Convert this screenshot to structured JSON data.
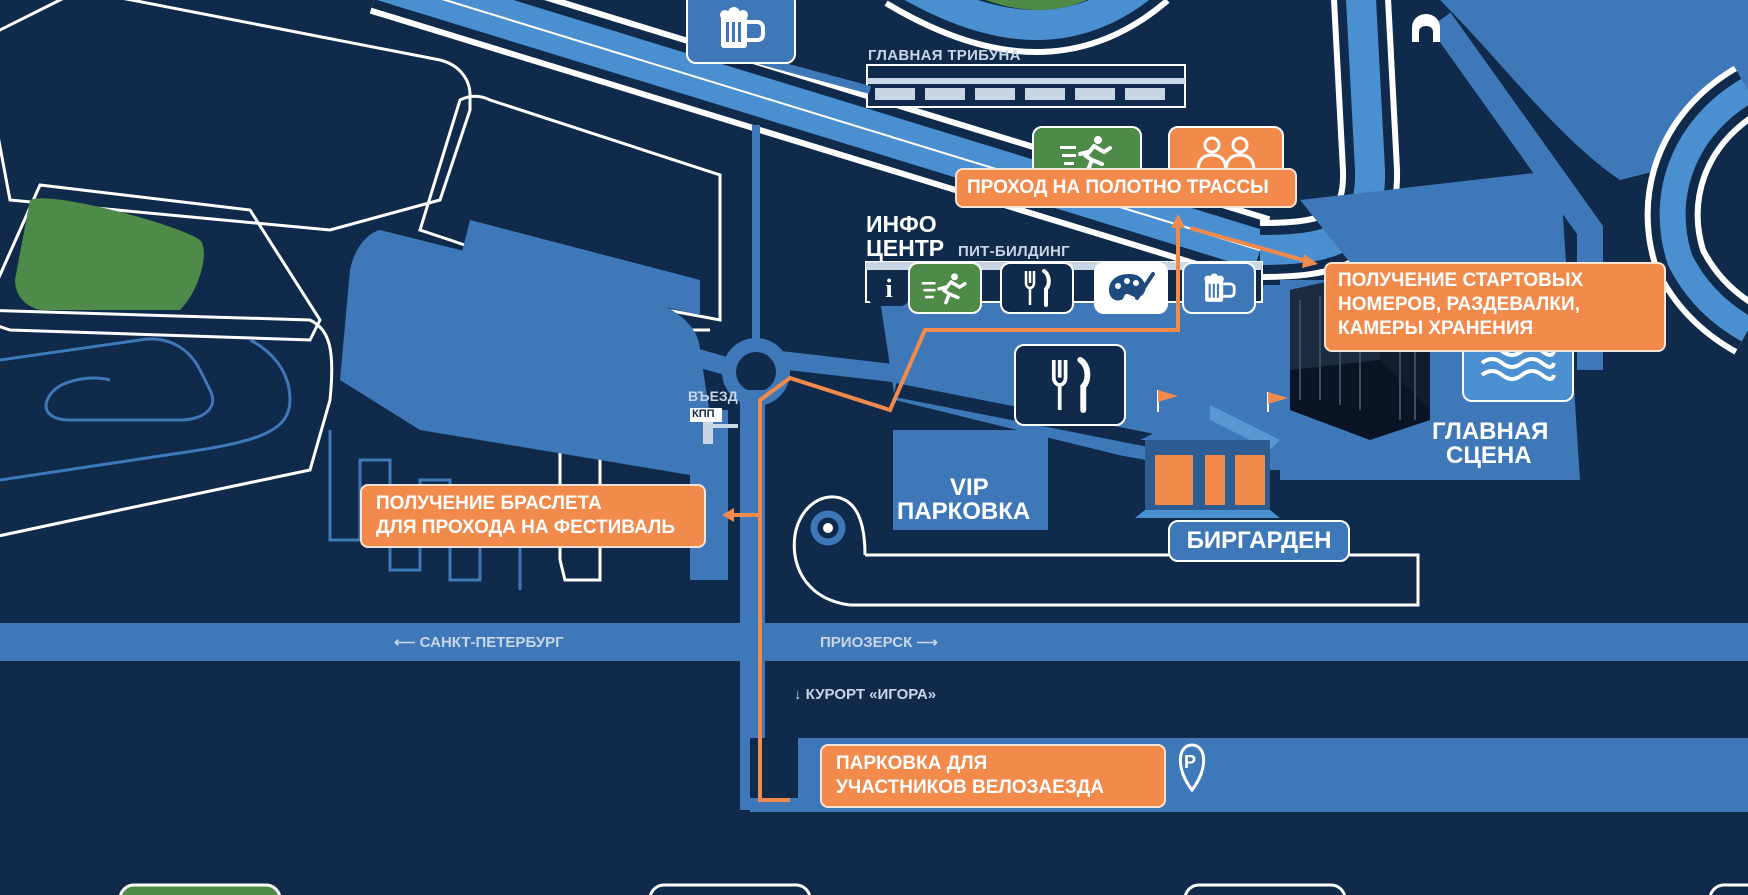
{
  "labels": {
    "main_tribune": "ГЛАВНАЯ ТРИБУНА",
    "info_center_line1": "ИНФО",
    "info_center_line2": "ЦЕНТР",
    "pit_building": "ПИТ-БИЛДИНГ",
    "entrance": "ВЪЕЗД",
    "checkpoint": "КПП",
    "vip_line1": "VIP",
    "vip_line2": "ПАРКОВКА",
    "biergarten": "БИРГАРДЕН",
    "main_stage_line1": "ГЛАВНАЯ",
    "main_stage_line2": "СЦЕНА",
    "to_spb": "САНКТ-ПЕТЕРБУРГ",
    "to_priozersk": "ПРИОЗЕРСК",
    "to_resort": "КУРОРТ «ИГОРА»",
    "parking_symbol": "P"
  },
  "callouts": {
    "track_access": "ПРОХОД НА ПОЛОТНО ТРАССЫ",
    "start_numbers_1": "ПОЛУЧЕНИЕ СТАРТОВЫХ",
    "start_numbers_2": "НОМЕРОВ, РАЗДЕВАЛКИ,",
    "start_numbers_3": "КАМЕРЫ ХРАНЕНИЯ",
    "bracelet_1": "ПОЛУЧЕНИЕ БРАСЛЕТА",
    "bracelet_2": "ДЛЯ ПРОХОДА НА ФЕСТИВАЛЬ",
    "parking_1": "ПАРКОВКА ДЛЯ",
    "parking_2": "УЧАСТНИКОВ ВЕЛОЗАЕЗДА"
  },
  "icons": {
    "info": "i",
    "beer": "beer-mug-icon",
    "runner": "runner-icon",
    "food": "fork-knife-icon",
    "art": "palette-icon",
    "people": "people-icon",
    "water": "water-icon",
    "tunnel": "tunnel-icon"
  },
  "colors": {
    "background": "#0f2a4a",
    "area_blue": "#3e78b8",
    "road_light": "#4a8fd0",
    "accent_orange": "#f28a4c",
    "green": "#4e8a48",
    "outline_white": "#ffffff"
  }
}
